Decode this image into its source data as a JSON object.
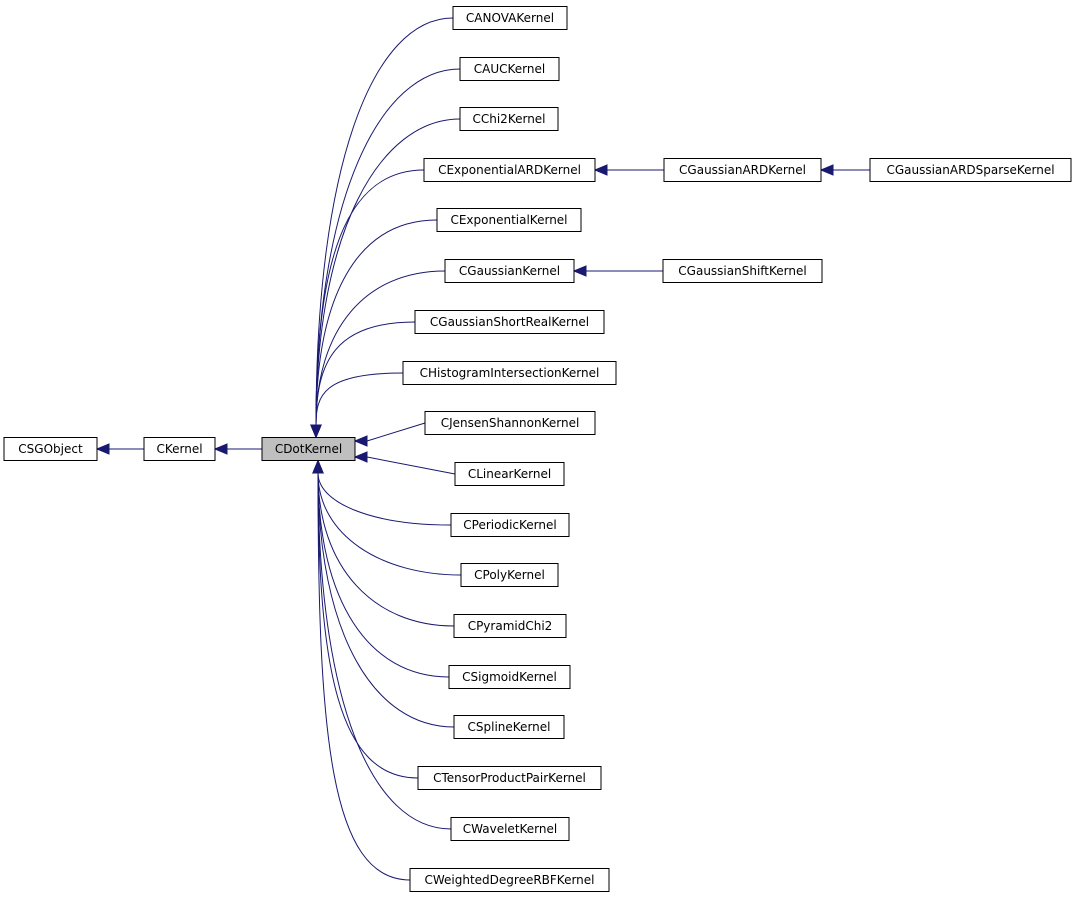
{
  "colors": {
    "edge": "#191970",
    "node_border": "#000000",
    "node_fill": "#ffffff",
    "current_fill": "#bfbfbf"
  },
  "nodes": [
    {
      "id": "CSGObject",
      "label": "CSGObject"
    },
    {
      "id": "CKernel",
      "label": "CKernel"
    },
    {
      "id": "CDotKernel",
      "label": "CDotKernel",
      "current": true
    },
    {
      "id": "CANOVAKernel",
      "label": "CANOVAKernel"
    },
    {
      "id": "CAUCKernel",
      "label": "CAUCKernel"
    },
    {
      "id": "CChi2Kernel",
      "label": "CChi2Kernel"
    },
    {
      "id": "CExponentialARDKernel",
      "label": "CExponentialARDKernel"
    },
    {
      "id": "CExponentialKernel",
      "label": "CExponentialKernel"
    },
    {
      "id": "CGaussianKernel",
      "label": "CGaussianKernel"
    },
    {
      "id": "CGaussianShortRealKernel",
      "label": "CGaussianShortRealKernel"
    },
    {
      "id": "CHistogramIntersectionKernel",
      "label": "CHistogramIntersectionKernel"
    },
    {
      "id": "CJensenShannonKernel",
      "label": "CJensenShannonKernel"
    },
    {
      "id": "CLinearKernel",
      "label": "CLinearKernel"
    },
    {
      "id": "CPeriodicKernel",
      "label": "CPeriodicKernel"
    },
    {
      "id": "CPolyKernel",
      "label": "CPolyKernel"
    },
    {
      "id": "CPyramidChi2",
      "label": "CPyramidChi2"
    },
    {
      "id": "CSigmoidKernel",
      "label": "CSigmoidKernel"
    },
    {
      "id": "CSplineKernel",
      "label": "CSplineKernel"
    },
    {
      "id": "CTensorProductPairKernel",
      "label": "CTensorProductPairKernel"
    },
    {
      "id": "CWaveletKernel",
      "label": "CWaveletKernel"
    },
    {
      "id": "CWeightedDegreeRBFKernel",
      "label": "CWeightedDegreeRBFKernel"
    },
    {
      "id": "CGaussianARDKernel",
      "label": "CGaussianARDKernel"
    },
    {
      "id": "CGaussianARDSparseKernel",
      "label": "CGaussianARDSparseKernel"
    },
    {
      "id": "CGaussianShiftKernel",
      "label": "CGaussianShiftKernel"
    }
  ],
  "edges": [
    {
      "from": "CKernel",
      "to": "CSGObject"
    },
    {
      "from": "CDotKernel",
      "to": "CKernel"
    },
    {
      "from": "CANOVAKernel",
      "to": "CDotKernel"
    },
    {
      "from": "CAUCKernel",
      "to": "CDotKernel"
    },
    {
      "from": "CChi2Kernel",
      "to": "CDotKernel"
    },
    {
      "from": "CExponentialARDKernel",
      "to": "CDotKernel"
    },
    {
      "from": "CExponentialKernel",
      "to": "CDotKernel"
    },
    {
      "from": "CGaussianKernel",
      "to": "CDotKernel"
    },
    {
      "from": "CGaussianShortRealKernel",
      "to": "CDotKernel"
    },
    {
      "from": "CHistogramIntersectionKernel",
      "to": "CDotKernel"
    },
    {
      "from": "CJensenShannonKernel",
      "to": "CDotKernel"
    },
    {
      "from": "CLinearKernel",
      "to": "CDotKernel"
    },
    {
      "from": "CPeriodicKernel",
      "to": "CDotKernel"
    },
    {
      "from": "CPolyKernel",
      "to": "CDotKernel"
    },
    {
      "from": "CPyramidChi2",
      "to": "CDotKernel"
    },
    {
      "from": "CSigmoidKernel",
      "to": "CDotKernel"
    },
    {
      "from": "CSplineKernel",
      "to": "CDotKernel"
    },
    {
      "from": "CTensorProductPairKernel",
      "to": "CDotKernel"
    },
    {
      "from": "CWaveletKernel",
      "to": "CDotKernel"
    },
    {
      "from": "CWeightedDegreeRBFKernel",
      "to": "CDotKernel"
    },
    {
      "from": "CGaussianARDKernel",
      "to": "CExponentialARDKernel"
    },
    {
      "from": "CGaussianARDSparseKernel",
      "to": "CGaussianARDKernel"
    },
    {
      "from": "CGaussianShiftKernel",
      "to": "CGaussianKernel"
    }
  ]
}
